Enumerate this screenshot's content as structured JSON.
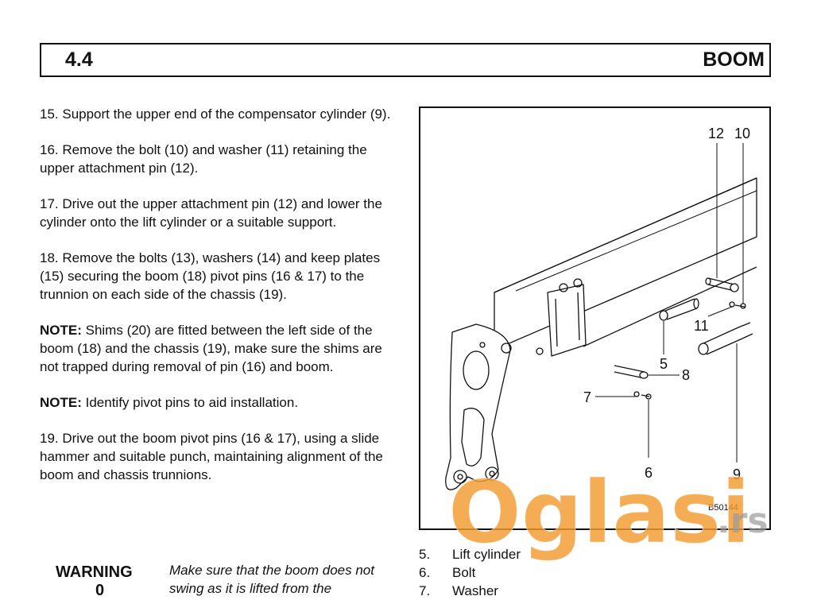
{
  "header": {
    "section_number": "4.4",
    "section_title": "BOOM"
  },
  "paragraphs": [
    {
      "label": "",
      "text": "15. Support the upper end of the compensator cylinder (9)."
    },
    {
      "label": "",
      "text": "16. Remove the bolt (10) and washer (11) retaining the upper attachment pin (12)."
    },
    {
      "label": "",
      "text": "17. Drive out the upper attachment pin (12) and lower the cylinder onto the lift cylinder or a suitable support."
    },
    {
      "label": "",
      "text": "18. Remove the bolts (13), washers (14) and keep plates (15) securing the boom (18) pivot pins (16 & 17) to the trunnion on each side of the chassis (19)."
    },
    {
      "label": "NOTE:",
      "text": " Shims (20) are fitted between the left side of the boom (18) and the chassis (19), make sure the shims are not trapped during removal of pin (16) and boom."
    },
    {
      "label": "NOTE:",
      "text": " Identify pivot pins to aid installation."
    },
    {
      "label": "",
      "text": "19. Drive out the boom pivot pins (16 & 17), using a slide hammer and suitable punch, maintaining alignment of the boom and chassis trunnions."
    }
  ],
  "warning": {
    "title": "WARNING",
    "mark": "0",
    "text": "Make sure that the boom does not swing as it is lifted from the"
  },
  "figure": {
    "callouts": [
      "12",
      "10",
      "11",
      "5",
      "8",
      "7",
      "6",
      "9"
    ],
    "reference": "B50144"
  },
  "parts_list": [
    {
      "number": "5.",
      "label": "Lift cylinder"
    },
    {
      "number": "6.",
      "label": "Bolt"
    },
    {
      "number": "7.",
      "label": "Washer"
    }
  ],
  "watermark": {
    "text": "Oglasi",
    "suffix": ".rs",
    "color": "#f29a30"
  }
}
